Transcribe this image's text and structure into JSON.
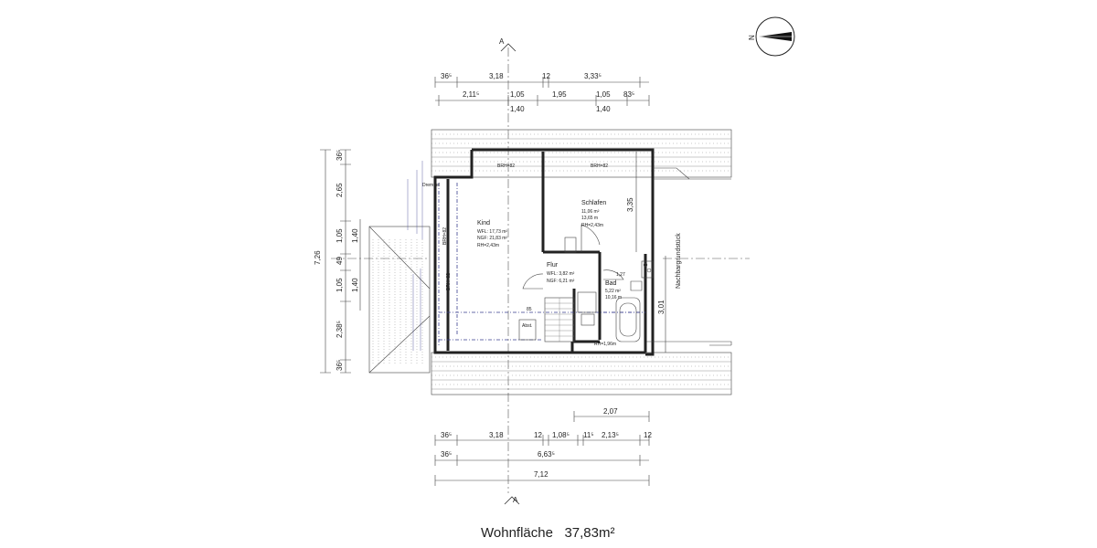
{
  "drawing": {
    "title": "Wohnfläche   37,83m²",
    "north_label": "N",
    "section_label_top": "A",
    "section_label_bottom": "A",
    "neighbor_label": "Nachbargrundstück"
  },
  "rooms": {
    "kind": {
      "name": "Kind",
      "wfl": "WFL: 17,73 m²",
      "ngf": "NGF: 21,83 m²",
      "rh": "RH=2,43m"
    },
    "schlafen": {
      "name": "Schlafen",
      "wfl": "11,06 m²",
      "ngf": "13,65 m",
      "rh": "RH=2,43m"
    },
    "flur": {
      "name": "Flur",
      "wfl": "WFL: 3,82 m²",
      "ngf": "NGF: 6,21 m²"
    },
    "bad": {
      "name": "Bad",
      "wfl": "5,22 m²",
      "ngf": "10,16 m",
      "rh": "RH=1,96m"
    }
  },
  "labels": {
    "brh_kind_top": "BRH=82",
    "brh_schlafen_top": "BRH=82",
    "brh_left_1": "BRH=82",
    "brh_left_2": "BRH=82",
    "drempel": "Drempel",
    "abst": "Abst.",
    "stair_width": "85",
    "bad_dim": "1,27"
  },
  "dims": {
    "top_row1": [
      "36⁵",
      "3,18",
      "12",
      "3,33⁵"
    ],
    "top_row2a": [
      "2,11⁵",
      "1,05",
      "1,95",
      "1,05",
      "83⁵"
    ],
    "top_row2b": [
      "1,40",
      "1,40"
    ],
    "left_outer": [
      "36⁵",
      "2,65",
      "1,05",
      "49",
      "1,05",
      "2,38⁵",
      "36⁵"
    ],
    "left_inner": [
      "1,40",
      "1,40"
    ],
    "left_total": "7,26",
    "right_upper": "3,35",
    "right_lower": "3,01",
    "bottom_207": "2,07",
    "bottom_row1": [
      "36⁵",
      "3,18",
      "12",
      "1,08⁵",
      "11⁵",
      "2,13⁵",
      "12"
    ],
    "bottom_row2": [
      "36⁵",
      "6,63⁵"
    ],
    "bottom_row3": "7,12"
  }
}
